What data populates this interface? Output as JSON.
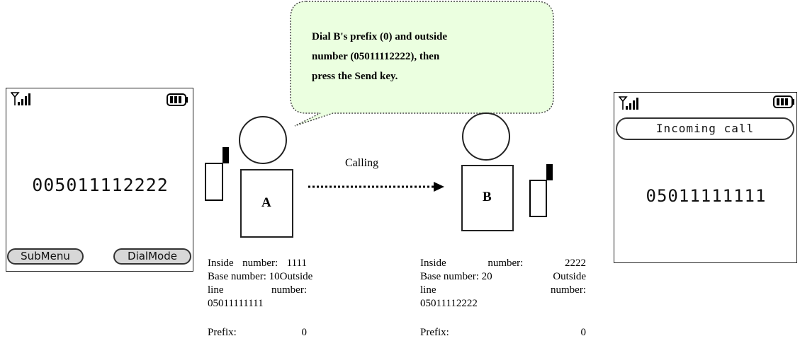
{
  "callout": {
    "lines": [
      "Dial B's prefix (0) and outside",
      "number (05011112222), then",
      "press the Send key."
    ]
  },
  "arrow": {
    "label": "Calling"
  },
  "person_a": {
    "letter": "A",
    "info": {
      "row1_left": "Inside",
      "row1_mid": "number:",
      "row1_right": "1111",
      "row2_left": "Base number: 10",
      "row2_right": "Outside",
      "row3_left": "line",
      "row3_right": "number:",
      "row4": "05011111111",
      "prefix_label": "Prefix:",
      "prefix_value": "0"
    }
  },
  "person_b": {
    "letter": "B",
    "info": {
      "row1_left": "Inside",
      "row1_mid": "number:",
      "row1_right": "2222",
      "row2_left": "Base number: 20",
      "row2_right": "Outside",
      "row3_left": "line",
      "row3_right": "number:",
      "row4": "05011112222",
      "prefix_label": "Prefix:",
      "prefix_value": "0"
    }
  },
  "phone_left": {
    "signal_icon": "signal-icon",
    "battery_icon": "battery-icon",
    "dialed_number": "005011112222",
    "softkey_left": "SubMenu",
    "softkey_right": "DialMode"
  },
  "phone_right": {
    "signal_icon": "signal-icon",
    "battery_icon": "battery-icon",
    "banner": "Incoming call",
    "caller_number": "05011111111"
  }
}
